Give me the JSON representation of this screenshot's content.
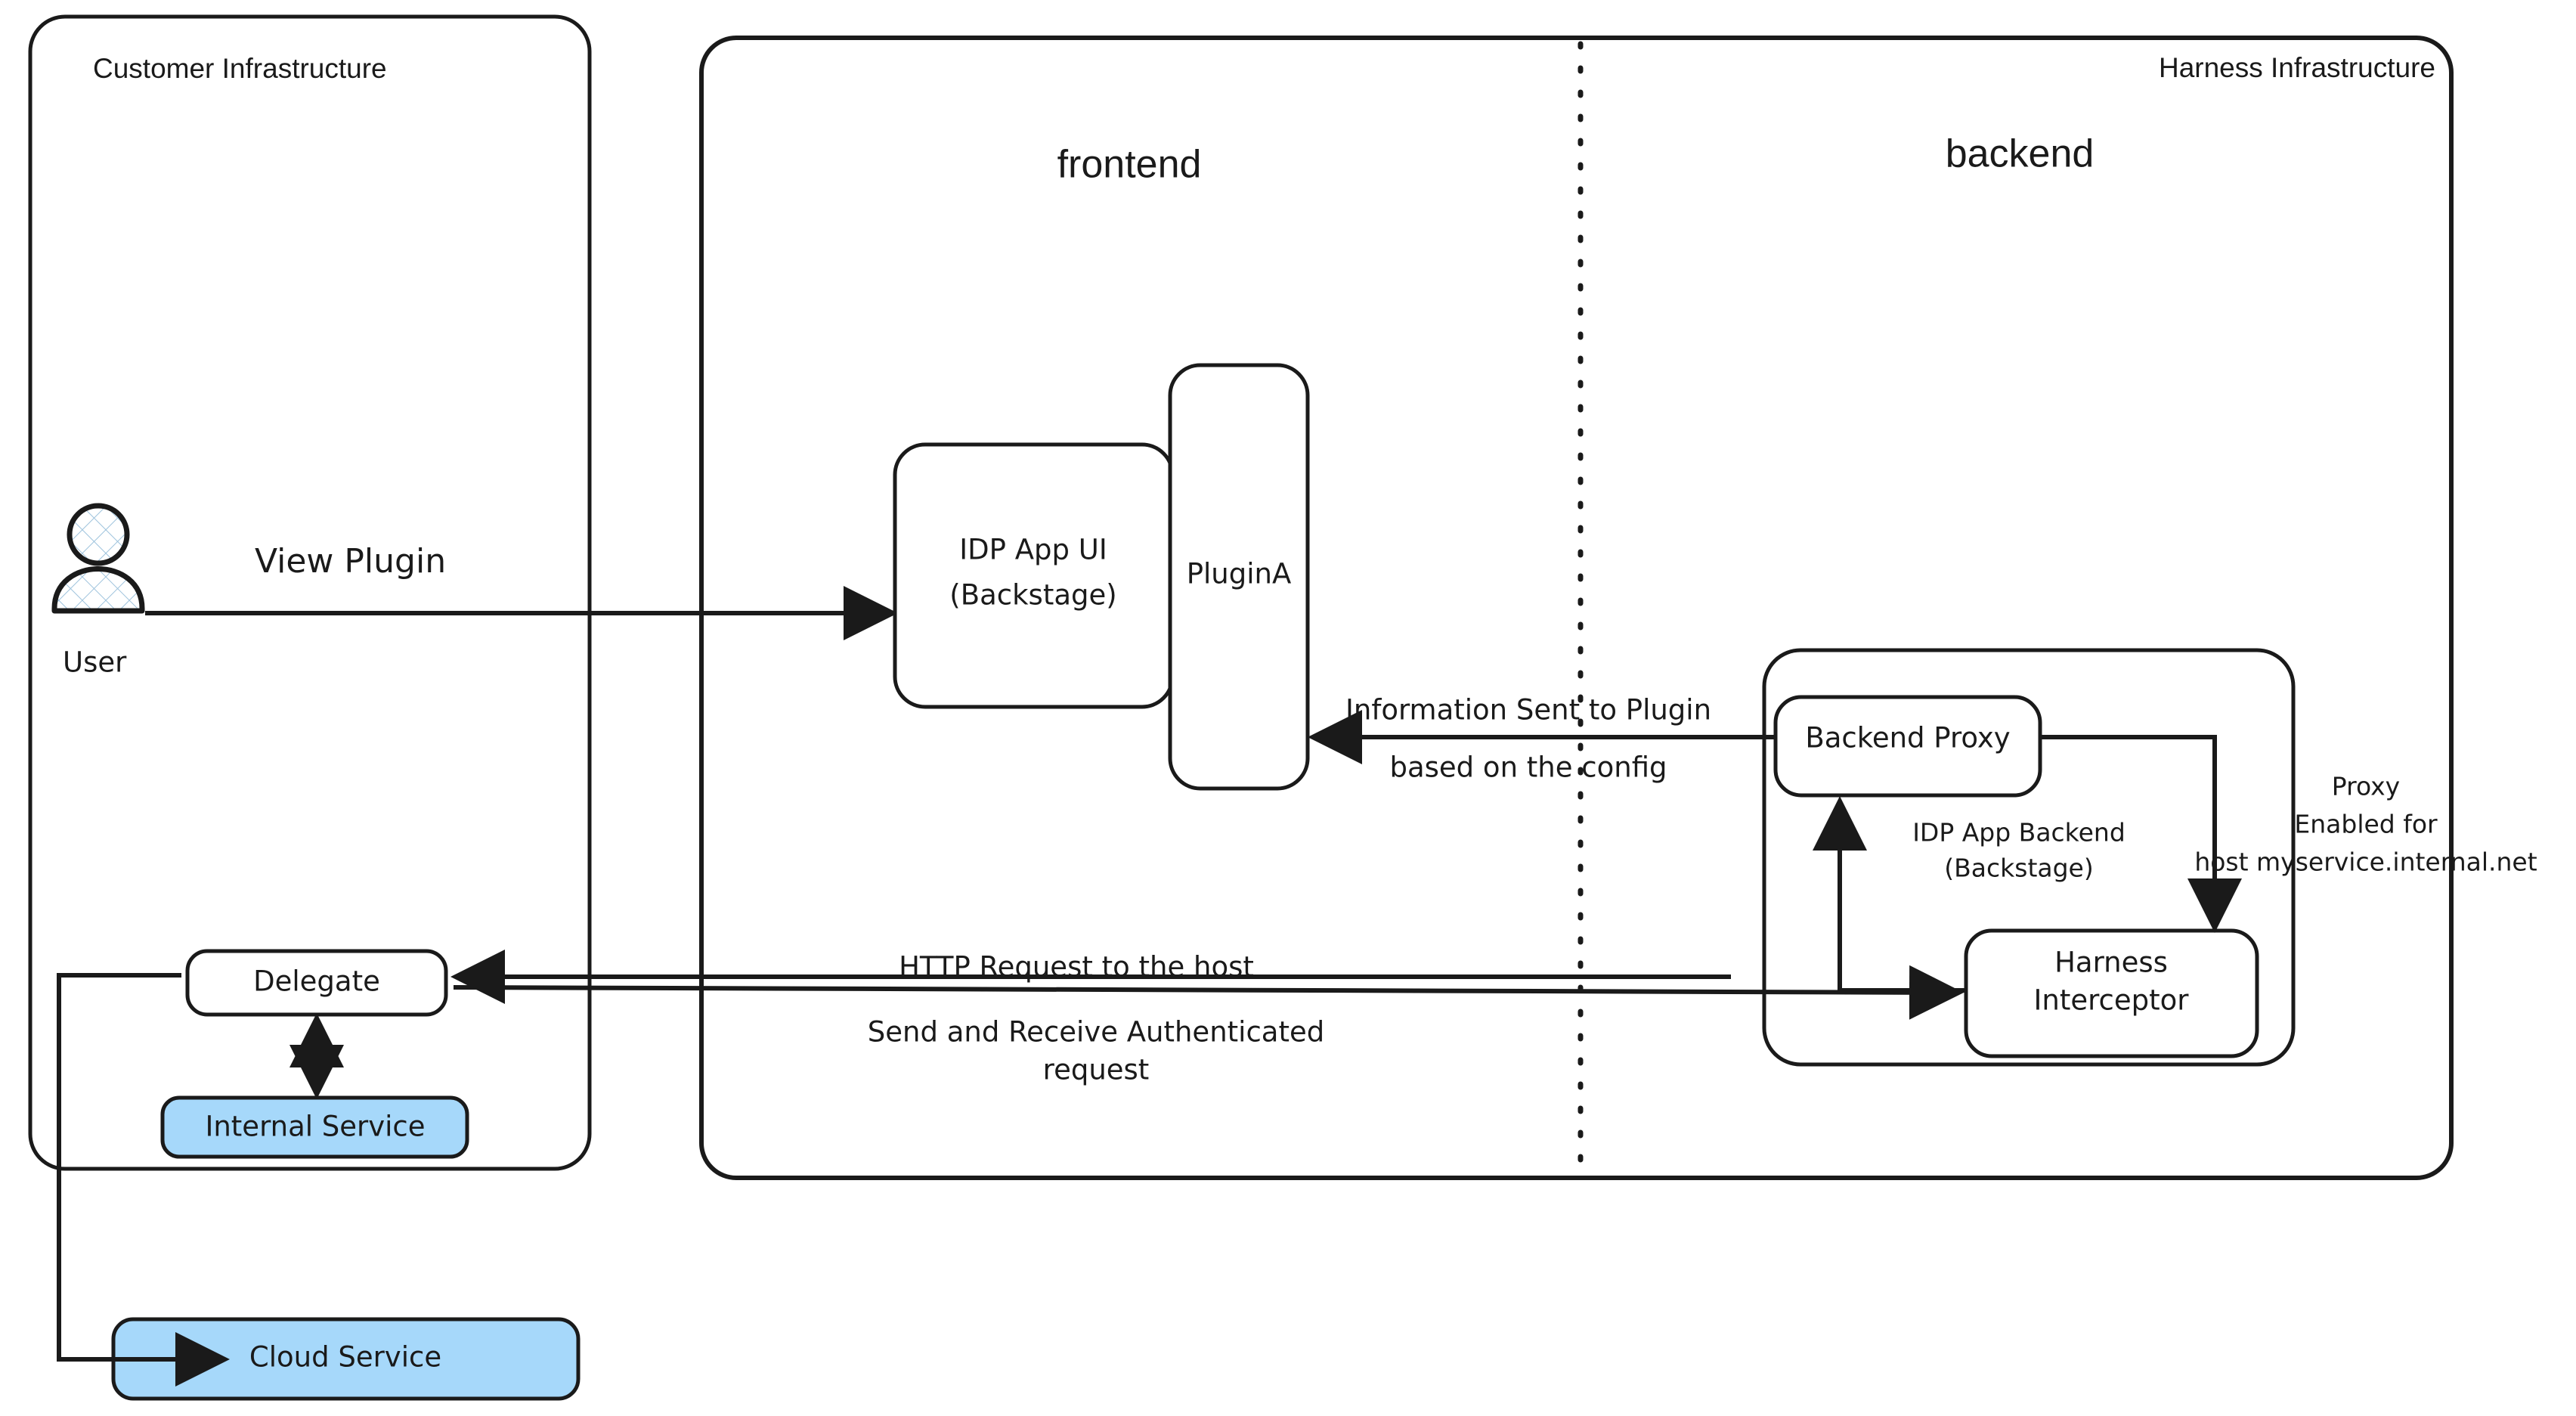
{
  "diagram": {
    "title": "Harness IDP Plugin Proxy Architecture",
    "colors": {
      "stroke": "#1a1a1a",
      "background": "#ffffff",
      "service_fill": "#a6d8fa",
      "node_fill": "#ffffff"
    },
    "containers": [
      {
        "id": "customer-infrastructure",
        "label": "Customer Infrastructure"
      },
      {
        "id": "harness-infrastructure",
        "label": "Harness Infrastructure"
      }
    ],
    "section_titles": [
      {
        "id": "frontend",
        "label": "frontend"
      },
      {
        "id": "backend",
        "label": "backend"
      }
    ],
    "actors": [
      {
        "id": "user",
        "label": "User",
        "icon": "user-actor-icon"
      }
    ],
    "nodes": [
      {
        "id": "idp-app-ui",
        "line1": "IDP App UI",
        "line2": "(Backstage)",
        "fill": "#ffffff"
      },
      {
        "id": "plugin-a",
        "label": "PluginA",
        "fill": "#ffffff"
      },
      {
        "id": "idp-app-backend",
        "line1": "IDP App Backend",
        "line2": "(Backstage)",
        "fill": "#ffffff"
      },
      {
        "id": "backend-proxy",
        "label": "Backend Proxy",
        "fill": "#ffffff"
      },
      {
        "id": "harness-interceptor",
        "line1": "Harness",
        "line2": "Interceptor",
        "fill": "#ffffff"
      },
      {
        "id": "delegate",
        "label": "Delegate",
        "fill": "#ffffff"
      },
      {
        "id": "internal-service",
        "label": "Internal Service",
        "fill": "#a6d8fa"
      },
      {
        "id": "cloud-service",
        "label": "Cloud Service",
        "fill": "#a6d8fa"
      }
    ],
    "edge_labels": [
      {
        "id": "view-plugin",
        "label": "View Plugin"
      },
      {
        "id": "information-sent-line1",
        "label": "Information Sent to Plugin"
      },
      {
        "id": "information-sent-line2",
        "label": "based on the config"
      },
      {
        "id": "http-request",
        "label": "HTTP Request to the host"
      },
      {
        "id": "send-receive-line1",
        "label": "Send and Receive Authenticated"
      },
      {
        "id": "send-receive-line2",
        "label": "request"
      },
      {
        "id": "proxy-enabled-line1",
        "label": "Proxy"
      },
      {
        "id": "proxy-enabled-line2",
        "label": "Enabled for"
      },
      {
        "id": "proxy-enabled-line3",
        "label": "host myservice.internal.net"
      }
    ]
  }
}
